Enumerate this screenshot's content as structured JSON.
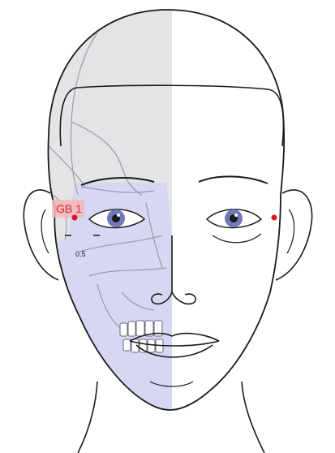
{
  "acupoint": {
    "label": "GB 1",
    "measurement": "0.5",
    "label_color": "#d9262b",
    "point_color": "#e0141e",
    "label_box_color": "#f6b7b7"
  },
  "colors": {
    "skull_fill": "#e4e4e6",
    "face_fill": "#d6d7f2",
    "iris": "#6f79b8",
    "outline": "#1a1a1a",
    "bone_line": "#9a9aa8"
  },
  "icons": [
    "head-outline",
    "skull-overlay",
    "left-eye",
    "right-eye",
    "acupoint-marker"
  ]
}
